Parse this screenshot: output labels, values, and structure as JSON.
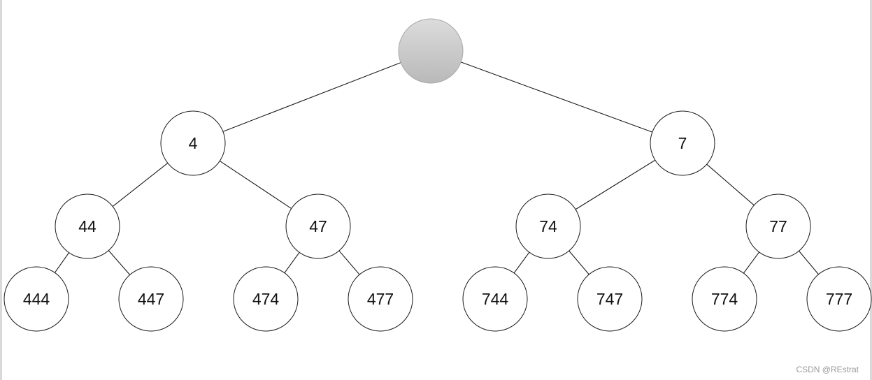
{
  "diagram": {
    "root": {
      "label": "",
      "fill": "#c8c8c8"
    },
    "nodes": [
      {
        "id": "n4",
        "label": "4",
        "parent": "root"
      },
      {
        "id": "n7",
        "label": "7",
        "parent": "root"
      },
      {
        "id": "n44",
        "label": "44",
        "parent": "n4"
      },
      {
        "id": "n47",
        "label": "47",
        "parent": "n4"
      },
      {
        "id": "n74",
        "label": "74",
        "parent": "n7"
      },
      {
        "id": "n77",
        "label": "77",
        "parent": "n7"
      },
      {
        "id": "n444",
        "label": "444",
        "parent": "n44"
      },
      {
        "id": "n447",
        "label": "447",
        "parent": "n44"
      },
      {
        "id": "n474",
        "label": "474",
        "parent": "n47"
      },
      {
        "id": "n477",
        "label": "477",
        "parent": "n47"
      },
      {
        "id": "n744",
        "label": "744",
        "parent": "n74"
      },
      {
        "id": "n747",
        "label": "747",
        "parent": "n74"
      },
      {
        "id": "n774",
        "label": "774",
        "parent": "n77"
      },
      {
        "id": "n777",
        "label": "777",
        "parent": "n77"
      }
    ]
  },
  "watermark": "CSDN @REstrat"
}
